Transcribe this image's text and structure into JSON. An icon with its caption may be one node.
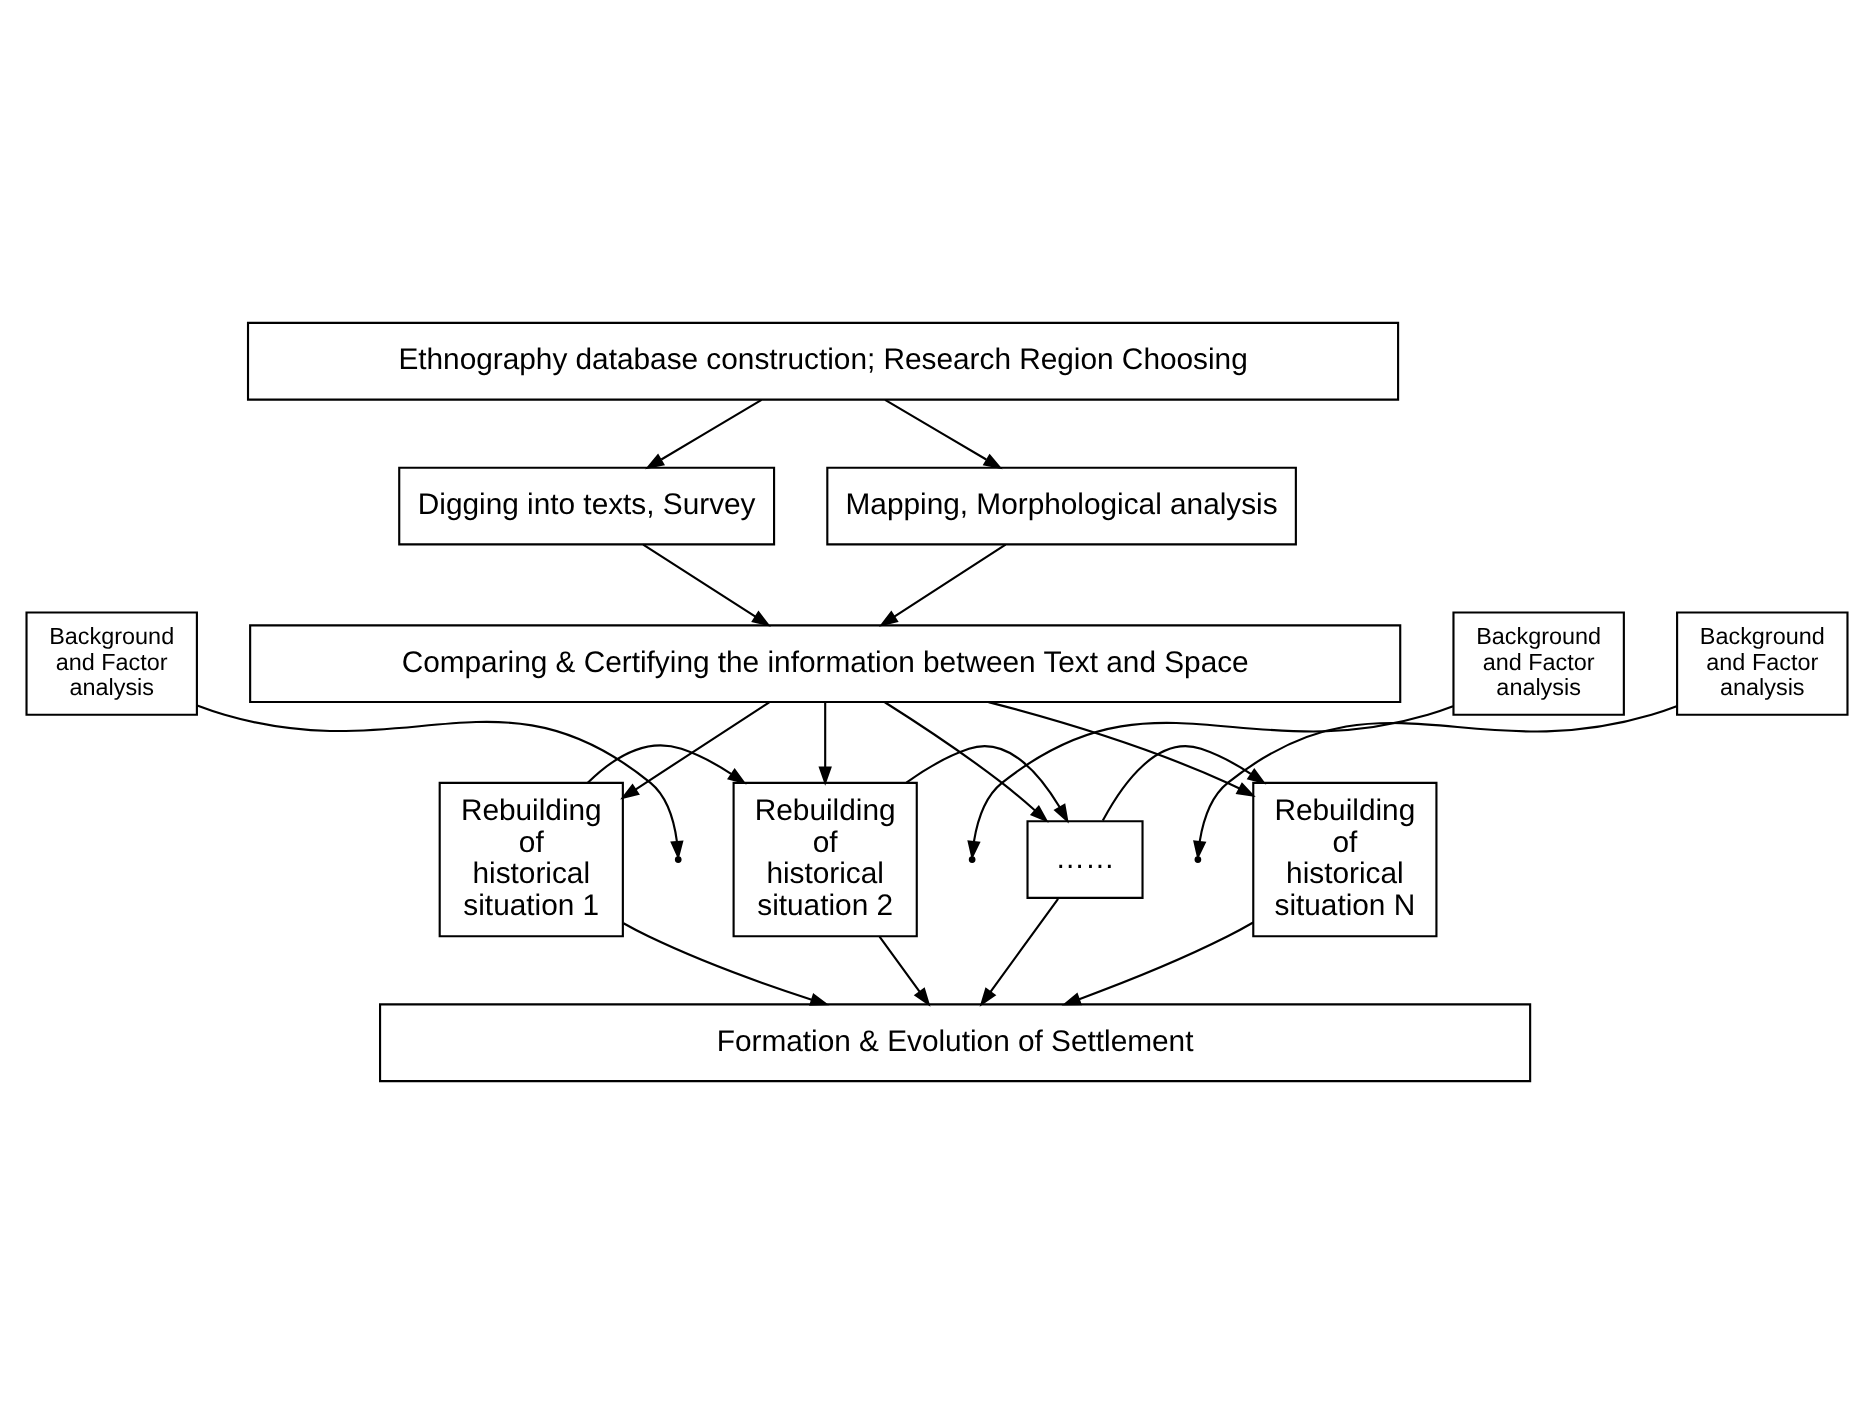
{
  "diagram": {
    "nodes": [
      {
        "text": [
          "Ethnography database construction; Research Region Choosing"
        ]
      },
      {
        "text": [
          "Digging into texts, Survey"
        ]
      },
      {
        "text": [
          "Mapping, Morphological analysis"
        ]
      },
      {
        "text": [
          "Comparing & Certifying the information between Text and Space"
        ]
      },
      {
        "text": [
          "Background and Factor analysis"
        ]
      },
      {
        "text": [
          "Background and Factor analysis"
        ]
      },
      {
        "text": [
          "Background and Factor analysis"
        ]
      },
      {
        "text": [
          "Rebuilding of historical situation 1"
        ]
      },
      {
        "text": [
          "Rebuilding of historical situation 2"
        ]
      },
      {
        "text": [
          "……"
        ]
      },
      {
        "text": [
          "Rebuilding of historical situation N"
        ]
      },
      {
        "text": [
          "Formation & Evolution of Settlement"
        ]
      }
    ],
    "edges": [
      {
        "from": 0,
        "to": 1,
        "arrow": "to"
      },
      {
        "from": 0,
        "to": 2,
        "arrow": "to"
      },
      {
        "from": 1,
        "to": 3,
        "arrow": "to"
      },
      {
        "from": 2,
        "to": 3,
        "arrow": "to"
      },
      {
        "from": 3,
        "to": 7,
        "arrow": "to"
      },
      {
        "from": 3,
        "to": 8,
        "arrow": "to"
      },
      {
        "from": 3,
        "to": 9,
        "arrow": "to"
      },
      {
        "from": 3,
        "to": 10,
        "arrow": "to"
      },
      {
        "from": 7,
        "to": 8,
        "arrow": "to"
      },
      {
        "from": 8,
        "to": 9,
        "arrow": "to"
      },
      {
        "from": 9,
        "to": 10,
        "arrow": "to"
      },
      {
        "from": 4,
        "to": null,
        "arrow": "to"
      },
      {
        "from": 5,
        "to": null,
        "arrow": "to"
      },
      {
        "from": 6,
        "to": null,
        "arrow": "to"
      },
      {
        "from": 7,
        "to": 11,
        "arrow": "to"
      },
      {
        "from": 8,
        "to": 11,
        "arrow": "to"
      },
      {
        "from": 9,
        "to": 11,
        "arrow": "to"
      },
      {
        "from": 10,
        "to": 11,
        "arrow": "to"
      }
    ]
  }
}
